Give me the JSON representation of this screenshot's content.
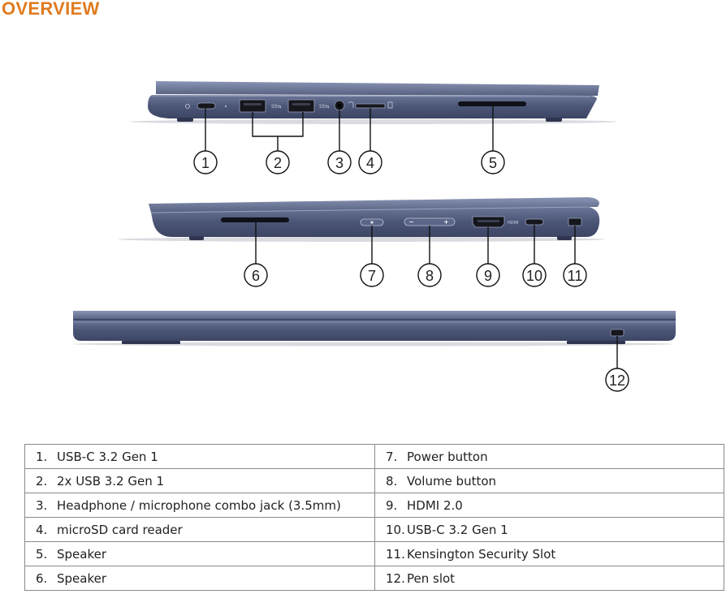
{
  "header": {
    "title": "OVERVIEW"
  },
  "callouts": [
    "1",
    "2",
    "3",
    "4",
    "5",
    "6",
    "7",
    "8",
    "9",
    "10",
    "11",
    "12"
  ],
  "port_labels": {
    "usb_logo_1": "SS⇆",
    "usb_logo_2": "SS⇆",
    "hdmi_label": "HDMI"
  },
  "specs": {
    "left": [
      {
        "num": "1.",
        "label": "USB-C 3.2 Gen 1"
      },
      {
        "num": "2.",
        "label": "2x USB 3.2 Gen 1"
      },
      {
        "num": "3.",
        "label": "Headphone / microphone combo jack (3.5mm)"
      },
      {
        "num": "4.",
        "label": "microSD card reader"
      },
      {
        "num": "5.",
        "label": "Speaker"
      },
      {
        "num": "6.",
        "label": "Speaker"
      }
    ],
    "right": [
      {
        "num": "7.",
        "label": "Power button"
      },
      {
        "num": "8.",
        "label": "Volume button"
      },
      {
        "num": "9.",
        "label": "HDMI 2.0"
      },
      {
        "num": "10.",
        "label": "USB-C 3.2 Gen 1"
      },
      {
        "num": "11.",
        "label": "Kensington Security Slot"
      },
      {
        "num": "12.",
        "label": "Pen slot"
      }
    ]
  },
  "colors": {
    "title": "#e07b1f",
    "chassis": "#4a5578",
    "chassis_light": "#7b86a8",
    "port": "#15171d"
  }
}
